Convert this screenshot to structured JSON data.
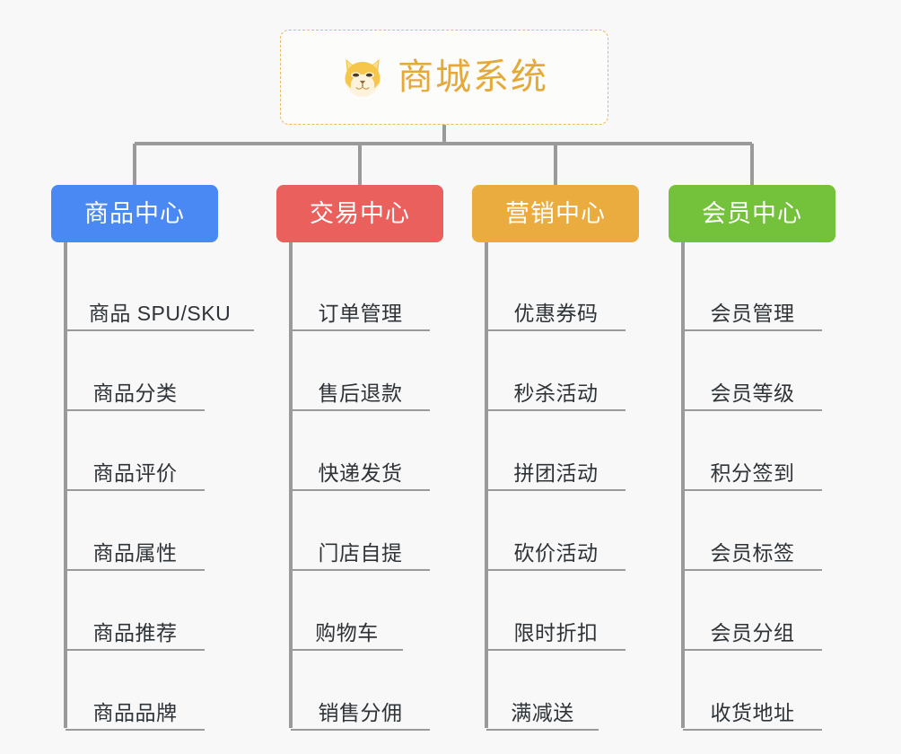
{
  "meta": {
    "background_color": "#f8f8f8",
    "line_color": "#9a9a9a"
  },
  "root": {
    "title": "商城系统",
    "icon": "shiba-dog-icon",
    "text_color": "#e5a93a",
    "border_color": "#e8b95f",
    "fill_color": "#fcfcfa"
  },
  "columns": [
    {
      "label": "商品中心",
      "color": "#4a89f3",
      "items": [
        "商品 SPU/SKU",
        "商品分类",
        "商品评价",
        "商品属性",
        "商品推荐",
        "商品品牌"
      ]
    },
    {
      "label": "交易中心",
      "color": "#e9605c",
      "items": [
        "订单管理",
        "售后退款",
        "快递发货",
        "门店自提",
        "购物车",
        "销售分佣"
      ]
    },
    {
      "label": "营销中心",
      "color": "#eaac3e",
      "items": [
        "优惠券码",
        "秒杀活动",
        "拼团活动",
        "砍价活动",
        "限时折扣",
        "满减送"
      ]
    },
    {
      "label": "会员中心",
      "color": "#74c13c",
      "items": [
        "会员管理",
        "会员等级",
        "积分签到",
        "会员标签",
        "会员分组",
        "收货地址"
      ]
    }
  ]
}
